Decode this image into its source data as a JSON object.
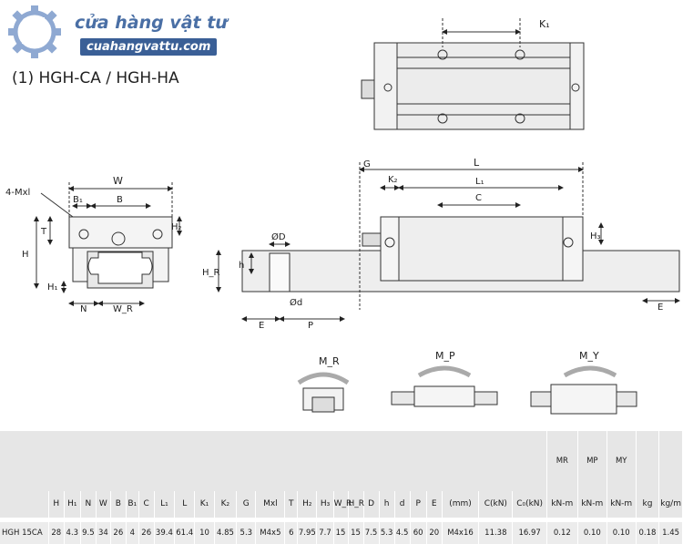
{
  "brand": {
    "name": "cửa hàng vật tư",
    "domain": "cuahangvattu.com",
    "icon": "gear-logo-icon"
  },
  "title": "(1) HGH-CA / HGH-HA",
  "dims": {
    "k1": "K₁",
    "w": "W",
    "b1": "B₁",
    "b": "B",
    "mxl": "4-Mxl",
    "t": "T",
    "h2": "H₂",
    "h": "H",
    "h1": "H₁",
    "n": "N",
    "wr": "W_R",
    "g": "G",
    "l": "L",
    "k2": "K₂",
    "l1": "L₁",
    "c": "C",
    "h3": "H₃",
    "od": "ØD",
    "hr": "H_R",
    "hsmall": "h",
    "osd": "Ød",
    "e": "E",
    "p": "P",
    "e2": "E"
  },
  "moments": {
    "mr": "M_R",
    "mp": "M_P",
    "my": "M_Y"
  },
  "table": {
    "top_units": [
      "MR",
      "MP",
      "MY"
    ],
    "top_units_sub": [
      "kN-m",
      "kN-m",
      "kN-m",
      "kg",
      "kg/m"
    ],
    "headers": [
      "H",
      "H₁",
      "N",
      "W",
      "B",
      "B₁",
      "C",
      "L₁",
      "L",
      "K₁",
      "K₂",
      "G",
      "Mxl",
      "T",
      "H₂",
      "H₃",
      "W_R",
      "H_R",
      "D",
      "h",
      "d",
      "P",
      "E",
      "(mm)",
      "C(kN)",
      "C₀(kN)",
      "kN-m",
      "kN-m",
      "kN-m",
      "kg",
      "kg/m"
    ],
    "row": [
      "HGH 15CA",
      "28",
      "4.3",
      "9.5",
      "34",
      "26",
      "4",
      "26",
      "39.4",
      "61.4",
      "10",
      "4.85",
      "5.3",
      "M4x5",
      "6",
      "7.95",
      "7.7",
      "15",
      "15",
      "7.5",
      "5.3",
      "4.5",
      "60",
      "20",
      "M4x16",
      "11.38",
      "16.97",
      "0.12",
      "0.10",
      "0.10",
      "0.18",
      "1.45"
    ]
  }
}
